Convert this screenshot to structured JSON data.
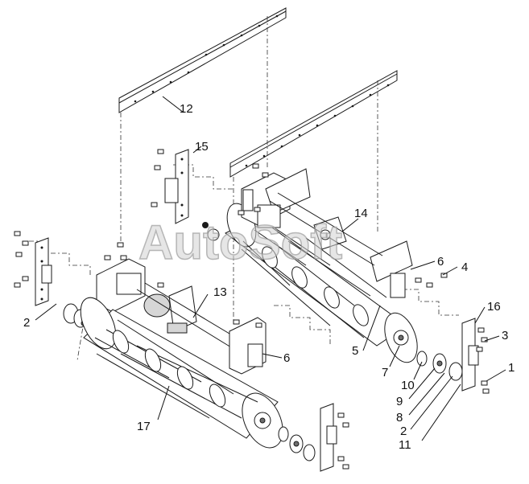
{
  "watermark": "AutoSoft",
  "callouts": [
    {
      "id": "c12",
      "label": "12"
    },
    {
      "id": "c15",
      "label": "15"
    },
    {
      "id": "c14",
      "label": "14"
    },
    {
      "id": "c13",
      "label": "13"
    },
    {
      "id": "c6a",
      "label": "6"
    },
    {
      "id": "c4",
      "label": "4"
    },
    {
      "id": "c16",
      "label": "16"
    },
    {
      "id": "c3",
      "label": "3"
    },
    {
      "id": "c1",
      "label": "1"
    },
    {
      "id": "c2a",
      "label": "2"
    },
    {
      "id": "c6b",
      "label": "6"
    },
    {
      "id": "c5",
      "label": "5"
    },
    {
      "id": "c7",
      "label": "7"
    },
    {
      "id": "c10",
      "label": "10"
    },
    {
      "id": "c9",
      "label": "9"
    },
    {
      "id": "c8",
      "label": "8"
    },
    {
      "id": "c2b",
      "label": "2"
    },
    {
      "id": "c11",
      "label": "11"
    },
    {
      "id": "c17",
      "label": "17"
    }
  ]
}
